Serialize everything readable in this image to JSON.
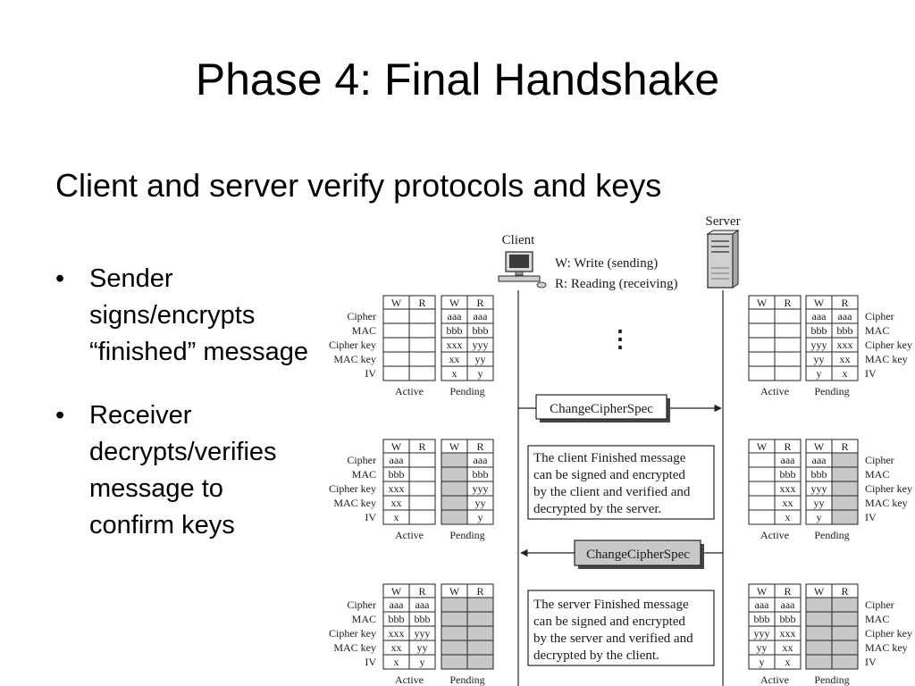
{
  "slide": {
    "title": "Phase 4: Final Handshake",
    "subtitle": "Client and server verify protocols and keys",
    "bullets": [
      "Sender signs/encrypts “finished” message",
      "Receiver decrypts/verifies message to confirm keys"
    ],
    "bullet_glyph": "•"
  },
  "diagram": {
    "client_label": "Client",
    "server_label": "Server",
    "legend_write": "W: Write (sending)",
    "legend_read": "R: Reading (receiving)",
    "ellipsis": "⋮",
    "col_w": "W",
    "col_r": "R",
    "active_label": "Active",
    "pending_label": "Pending",
    "row_labels": [
      "Cipher",
      "MAC",
      "Cipher key",
      "MAC key",
      "IV"
    ],
    "msg1": "ChangeCipherSpec",
    "msg2": "ChangeCipherSpec",
    "note1": [
      "The client Finished message",
      "can be signed and encrypted",
      "by the client and verified and",
      "decrypted by the server."
    ],
    "note2": [
      "The server Finished message",
      "can be signed and encrypted",
      "by the server and verified and",
      "decrypted by the client."
    ],
    "stages": [
      {
        "client": {
          "active": [
            [
              "",
              ""
            ],
            [
              "",
              ""
            ],
            [
              "",
              ""
            ],
            [
              "",
              ""
            ],
            [
              "",
              ""
            ]
          ],
          "pending": [
            [
              "aaa",
              "aaa"
            ],
            [
              "bbb",
              "bbb"
            ],
            [
              "xxx",
              "yyy"
            ],
            [
              "xx",
              "yy"
            ],
            [
              "x",
              "y"
            ]
          ]
        },
        "server": {
          "active": [
            [
              "",
              ""
            ],
            [
              "",
              ""
            ],
            [
              "",
              ""
            ],
            [
              "",
              ""
            ],
            [
              "",
              ""
            ]
          ],
          "pending": [
            [
              "aaa",
              "aaa"
            ],
            [
              "bbb",
              "bbb"
            ],
            [
              "yyy",
              "xxx"
            ],
            [
              "yy",
              "xx"
            ],
            [
              "y",
              "x"
            ]
          ]
        }
      },
      {
        "client": {
          "active": [
            [
              "aaa",
              ""
            ],
            [
              "bbb",
              ""
            ],
            [
              "xxx",
              ""
            ],
            [
              "xx",
              ""
            ],
            [
              "x",
              ""
            ]
          ],
          "pending": [
            [
              "",
              "aaa"
            ],
            [
              "",
              "bbb"
            ],
            [
              "",
              "yyy"
            ],
            [
              "",
              "yy"
            ],
            [
              "",
              "y"
            ]
          ]
        },
        "server": {
          "active": [
            [
              "",
              "aaa"
            ],
            [
              "",
              "bbb"
            ],
            [
              "",
              "xxx"
            ],
            [
              "",
              "xx"
            ],
            [
              "",
              "x"
            ]
          ],
          "pending": [
            [
              "aaa",
              ""
            ],
            [
              "bbb",
              ""
            ],
            [
              "yyy",
              ""
            ],
            [
              "yy",
              ""
            ],
            [
              "y",
              ""
            ]
          ]
        }
      },
      {
        "client": {
          "active": [
            [
              "aaa",
              "aaa"
            ],
            [
              "bbb",
              "bbb"
            ],
            [
              "xxx",
              "yyy"
            ],
            [
              "xx",
              "yy"
            ],
            [
              "x",
              "y"
            ]
          ],
          "pending": [
            [
              "",
              ""
            ],
            [
              "",
              ""
            ],
            [
              "",
              ""
            ],
            [
              "",
              ""
            ],
            [
              "",
              ""
            ]
          ]
        },
        "server": {
          "active": [
            [
              "aaa",
              "aaa"
            ],
            [
              "bbb",
              "bbb"
            ],
            [
              "yyy",
              "xxx"
            ],
            [
              "yy",
              "xx"
            ],
            [
              "y",
              "x"
            ]
          ],
          "pending": [
            [
              "",
              ""
            ],
            [
              "",
              ""
            ],
            [
              "",
              ""
            ],
            [
              "",
              ""
            ],
            [
              "",
              ""
            ]
          ]
        }
      }
    ]
  }
}
